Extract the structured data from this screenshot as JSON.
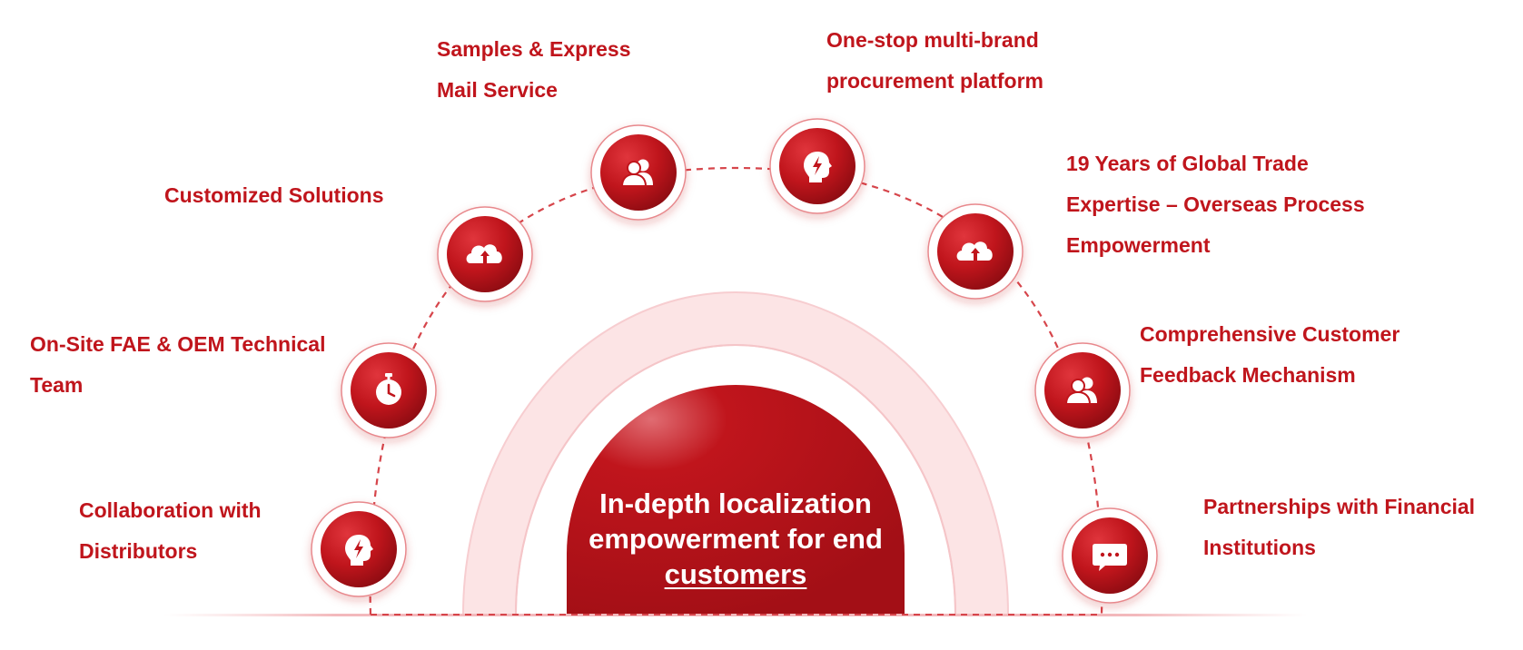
{
  "colors": {
    "primary": "#c0151c",
    "dark": "#9e0f16",
    "light": "#f7d0d2",
    "pale": "#fde9ea",
    "text_on_primary": "#ffffff"
  },
  "center": {
    "lines": [
      "In-depth localization",
      "empowerment for end",
      "customers"
    ]
  },
  "nodes": [
    {
      "icon": "lightbulb-bolt-icon",
      "lines": [
        "Collaboration with",
        "Distributors"
      ]
    },
    {
      "icon": "stopwatch-icon",
      "lines": [
        "On-Site FAE & OEM Technical",
        "Team"
      ]
    },
    {
      "icon": "cloud-upload-icon",
      "lines": [
        "Customized Solutions"
      ]
    },
    {
      "icon": "users-icon",
      "lines": [
        "Samples & Express",
        "Mail Service"
      ]
    },
    {
      "icon": "lightbulb-bolt-icon",
      "lines": [
        "One-stop multi-brand",
        "procurement platform"
      ]
    },
    {
      "icon": "cloud-upload-icon",
      "lines": [
        "19 Years of Global Trade",
        "Expertise – Overseas Process",
        "Empowerment"
      ]
    },
    {
      "icon": "users-icon",
      "lines": [
        "Comprehensive Customer",
        "Feedback Mechanism"
      ]
    },
    {
      "icon": "chat-bubble-icon",
      "lines": [
        "Partnerships with Financial",
        "Institutions"
      ]
    }
  ]
}
